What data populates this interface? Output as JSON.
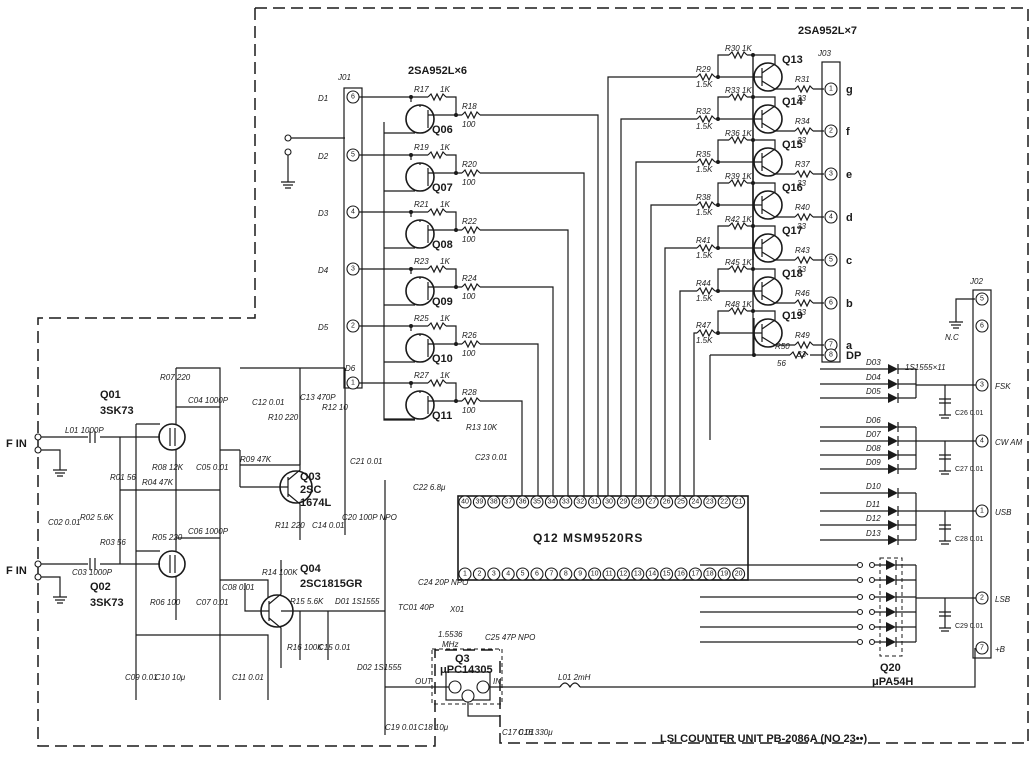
{
  "title": "LSI COUNTER UNIT  PB-2086A (NO 23••)",
  "connectors": {
    "J01": {
      "label": "J01",
      "pins": [
        {
          "num": "6",
          "signal": "D1"
        },
        {
          "num": "5",
          "signal": "D2"
        },
        {
          "num": "4",
          "signal": "D3"
        },
        {
          "num": "3",
          "signal": "D4"
        },
        {
          "num": "2",
          "signal": "D5"
        },
        {
          "num": "1",
          "signal": "D6"
        }
      ]
    },
    "J03": {
      "label": "J03",
      "pins": [
        {
          "num": "1",
          "signal": "g"
        },
        {
          "num": "2",
          "signal": "f"
        },
        {
          "num": "3",
          "signal": "e"
        },
        {
          "num": "4",
          "signal": "d"
        },
        {
          "num": "5",
          "signal": "c"
        },
        {
          "num": "6",
          "signal": "b"
        },
        {
          "num": "7",
          "signal": "a"
        },
        {
          "num": "8",
          "signal": "DP"
        }
      ]
    },
    "J02": {
      "label": "J02",
      "nc_label": "N.C",
      "pins": [
        {
          "num": "5",
          "signal": ""
        },
        {
          "num": "6",
          "signal": ""
        },
        {
          "num": "3",
          "signal": "FSK"
        },
        {
          "num": "4",
          "signal": "CW AM"
        },
        {
          "num": "1",
          "signal": "USB"
        },
        {
          "num": "2",
          "signal": "LSB"
        },
        {
          "num": "7",
          "signal": "+B"
        }
      ]
    }
  },
  "digit_drivers": {
    "group_label": "2SA952L×6",
    "stages": [
      {
        "q": "Q06",
        "rb": "R17",
        "rb_val": "1K",
        "ro": "R18",
        "ro_val": "100"
      },
      {
        "q": "Q07",
        "rb": "R19",
        "rb_val": "1K",
        "ro": "R20",
        "ro_val": "100"
      },
      {
        "q": "Q08",
        "rb": "R21",
        "rb_val": "1K",
        "ro": "R22",
        "ro_val": "100"
      },
      {
        "q": "Q09",
        "rb": "R23",
        "rb_val": "1K",
        "ro": "R24",
        "ro_val": "100"
      },
      {
        "q": "Q10",
        "rb": "R25",
        "rb_val": "1K",
        "ro": "R26",
        "ro_val": "100"
      },
      {
        "q": "Q11",
        "rb": "R27",
        "rb_val": "1K",
        "ro": "R28",
        "ro_val": "100"
      }
    ]
  },
  "segment_drivers": {
    "group_label": "2SA952L×7",
    "stages": [
      {
        "q": "Q13",
        "rin": "R29",
        "rin_val": "1.5K",
        "rb": "R30",
        "rb_val": "1K",
        "rout": "R31",
        "rout_val": "33"
      },
      {
        "q": "Q14",
        "rin": "R32",
        "rin_val": "1.5K",
        "rb": "R33",
        "rb_val": "1K",
        "rout": "R34",
        "rout_val": "33"
      },
      {
        "q": "Q15",
        "rin": "R35",
        "rin_val": "1.5K",
        "rb": "R36",
        "rb_val": "1K",
        "rout": "R37",
        "rout_val": "33"
      },
      {
        "q": "Q16",
        "rin": "R38",
        "rin_val": "1.5K",
        "rb": "R39",
        "rb_val": "1K",
        "rout": "R40",
        "rout_val": "33"
      },
      {
        "q": "Q17",
        "rin": "R41",
        "rin_val": "1.5K",
        "rb": "R42",
        "rb_val": "1K",
        "rout": "R43",
        "rout_val": "33"
      },
      {
        "q": "Q18",
        "rin": "R44",
        "rin_val": "1.5K",
        "rb": "R45",
        "rb_val": "1K",
        "rout": "R46",
        "rout_val": "33"
      },
      {
        "q": "Q19",
        "rin": "R47",
        "rin_val": "1.5K",
        "rb": "R48",
        "rb_val": "1K",
        "rout": "R49",
        "rout_val": "33"
      }
    ],
    "dp_resistor": "R50",
    "dp_resistor_val": "56"
  },
  "ic": {
    "label": "Q12  MSM9520RS",
    "top_pins": [
      "40",
      "39",
      "38",
      "37",
      "36",
      "35",
      "34",
      "33",
      "32",
      "31",
      "30",
      "29",
      "28",
      "27",
      "26",
      "25",
      "24",
      "23",
      "22",
      "21"
    ],
    "bottom_pins": [
      "1",
      "2",
      "3",
      "4",
      "5",
      "6",
      "7",
      "8",
      "9",
      "10",
      "11",
      "12",
      "13",
      "14",
      "15",
      "16",
      "17",
      "18",
      "19",
      "20"
    ]
  },
  "input_stage": {
    "fin1": "F IN",
    "fin2": "F IN",
    "q01": "Q01",
    "q01_type": "3SK73",
    "q02": "Q02",
    "q02_type": "3SK73",
    "q03": "Q03",
    "q03_type1": "2SC",
    "q03_type2": "1674L",
    "q04": "Q04",
    "q04_type": "2SC1815GR"
  },
  "components": {
    "L01_in": "L01",
    "C01_val": "1000P",
    "C03": "C03",
    "C03_val": "1000P",
    "R01": "R01",
    "R01_val": "56",
    "R02": "R02",
    "R02_val": "5.6K",
    "R03": "R03",
    "R03_val": "56",
    "C02": "C02",
    "C02_val": "0.01",
    "R04": "R04",
    "R04_val": "47K",
    "R05": "R05",
    "R05_val": "220",
    "R06": "R06",
    "R06_val": "100",
    "R07": "R07",
    "R07_val": "220",
    "R08": "R08",
    "R08_val": "12K",
    "C04": "C04",
    "C04_val": "1000P",
    "C05": "C05",
    "C05_val": "0.01",
    "C06": "C06",
    "C06_val": "1000P",
    "C07": "C07",
    "C07_val": "0.01",
    "C08": "C08",
    "C08_val": "0.01",
    "C09": "C09",
    "C09_val": "0.01",
    "C10": "C10",
    "C10_val": "10μ",
    "C11": "C11",
    "C11_val": "0.01",
    "R09": "R09",
    "R09_val": "47K",
    "R10": "R10",
    "R10_val": "220",
    "R11": "R11",
    "R11_val": "220",
    "R12": "R12",
    "R12_val": "10",
    "C12": "C12",
    "C12_val": "0.01",
    "C13": "C13",
    "C13_val": "470P",
    "C14": "C14",
    "C14_val": "0.01",
    "R14": "R14",
    "R14_val": "100K",
    "R15": "R15",
    "R15_val": "5.6K",
    "R16": "R16",
    "R16_val": "100K",
    "C15": "C15",
    "C15_val": "0.01",
    "D01": "D01",
    "D01_val": "1S1555",
    "D02": "D02",
    "D02_val": "1S1555",
    "C20": "C20",
    "C20_val": "100P NPO",
    "C21": "C21",
    "C21_val": "0.01",
    "C22": "C22",
    "C22_val": "6.8μ",
    "R13": "R13",
    "R13_val": "10K",
    "C23": "C23",
    "C23_val": "0.01",
    "TC01": "TC01",
    "TC01_val": "40P",
    "C24": "C24",
    "C24_val": "20P NPO",
    "X01": "X01",
    "X01_val1": "1.5536",
    "X01_val2": "MHz",
    "C25": "C25",
    "C25_val": "47P NPO",
    "C19": "C19",
    "C19_val": "0.01",
    "C18": "C18",
    "C18_val": "10μ",
    "C17": "C17",
    "C17_val": "0.01",
    "C16": "C16",
    "C16_val": "330μ",
    "L01": "L01",
    "L01_val": "2mH",
    "reg_q": "Q3",
    "reg_type": "μPC14305",
    "reg_out": "OUT",
    "reg_in": "IN",
    "C26": "C26",
    "C26_val": "0.01",
    "C27": "C27",
    "C27_val": "0.01",
    "C28": "C28",
    "C28_val": "0.01",
    "C29": "C29",
    "C29_val": "0.01",
    "diodes_note": "1S1555×11",
    "D03": "D03",
    "D04": "D04",
    "D05": "D05",
    "D06": "D06",
    "D07": "D07",
    "D08": "D08",
    "D09": "D09",
    "D10": "D10",
    "D11": "D11",
    "D12": "D12",
    "D13": "D13",
    "Q20": "Q20",
    "Q20_type": "μPA54H"
  }
}
